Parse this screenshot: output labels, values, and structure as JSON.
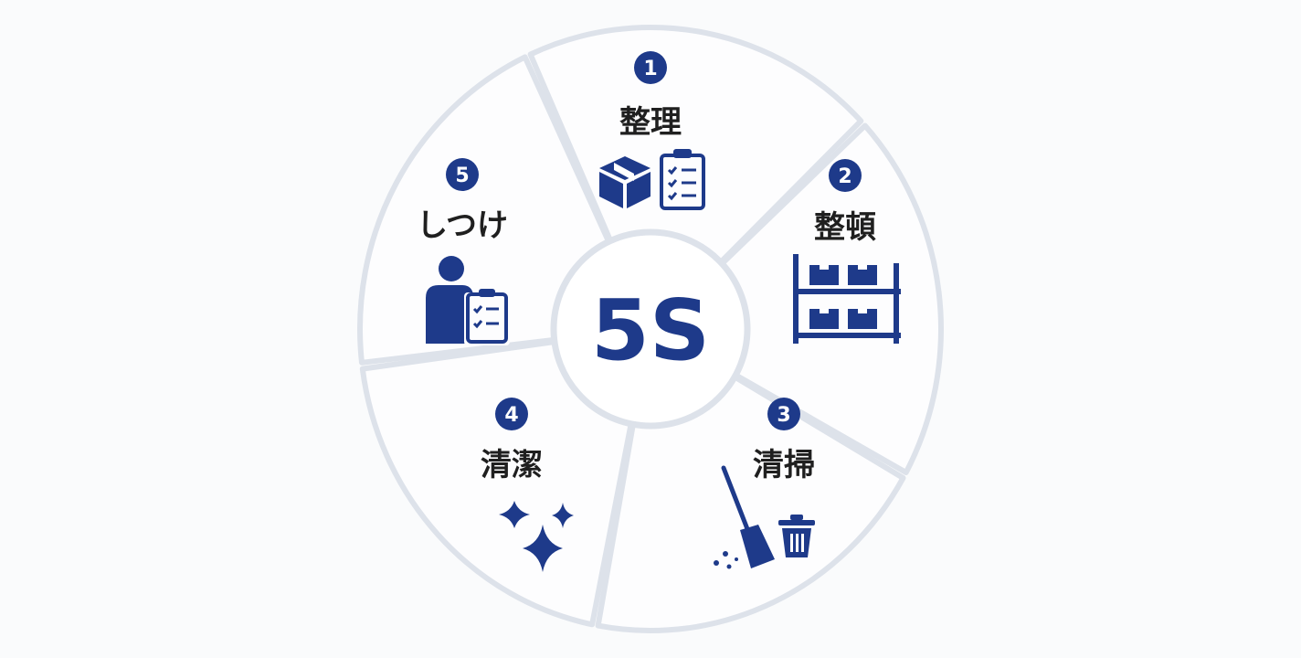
{
  "center": {
    "label": "5S"
  },
  "items": [
    {
      "number": "1",
      "label": "整理",
      "icon": "box-clipboard-icon"
    },
    {
      "number": "2",
      "label": "整頓",
      "icon": "shelf-icon"
    },
    {
      "number": "3",
      "label": "清掃",
      "icon": "broom-trash-icon"
    },
    {
      "number": "4",
      "label": "清潔",
      "icon": "sparkle-icon"
    },
    {
      "number": "5",
      "label": "しつけ",
      "icon": "person-checklist-icon"
    }
  ],
  "colors": {
    "accent": "#1e3a8a",
    "ring": "#dde2ea",
    "text": "#1f1f1f"
  }
}
